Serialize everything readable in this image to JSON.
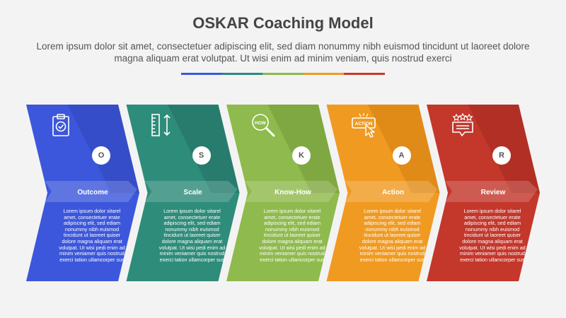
{
  "header": {
    "title": "OSKAR Coaching Model",
    "subtitle": "Lorem ipsum dolor sit amet, consectetuer adipiscing elit, sed diam nonummy nibh euismod tincidunt ut laoreet dolore magna aliquam erat volutpat. Ut wisi enim ad minim veniam, quis nostrud exerci"
  },
  "rainbow_colors": [
    "#3a5bd9",
    "#2c8a7c",
    "#8cb84a",
    "#ef9a22",
    "#c8382c"
  ],
  "steps": [
    {
      "letter": "O",
      "label": "Outcome",
      "icon": "clipboard-check-icon",
      "color": "#3c57db",
      "dark": "#2f46b8",
      "body": "Lorem ipsum dolor sitarel amet, consectetuer erate adipiscing elit, sed ediam nonummy nibh euismod tincidunt ut laoreet quiser dolore magna aliquam erat volutpat. Ut wisi pedi enim ad minim veniamer quis nostrud exerci tation ullamcorper sus"
    },
    {
      "letter": "S",
      "label": "Scale",
      "icon": "ruler-icon",
      "color": "#2e8c7a",
      "dark": "#237062",
      "body": "Lorem ipsum dolor sitarel amet, consectetuer erate adipiscing elit, sed ediam nonummy nibh euismod tincidunt ut laoreet quiser dolore magna aliquam erat volutpat. Ut wisi pedi enim ad minim veniamer quis nostrud exerci tation ullamcorper sus"
    },
    {
      "letter": "K",
      "label": "Know-How",
      "icon": "search-how-icon",
      "color": "#8fba4d",
      "dark": "#74993b",
      "body": "Lorem ipsum dolor sitarel amet, consectetuer erate adipiscing elit, sed ediam nonummy nibh euismod tincidunt ut laoreet quiser dolore magna aliquam erat volutpat. Ut wisi pedi enim ad minim veniamer quis nostrud exerci tation ullamcorper sus"
    },
    {
      "letter": "A",
      "label": "Action",
      "icon": "action-click-icon",
      "color": "#f09a21",
      "dark": "#d47f12",
      "body": "Lorem ipsum dolor sitarel amet, consectetuer erate adipiscing elit, sed ediam nonummy nibh euismod tincidunt ut laoreet quiser dolore magna aliquam erat volutpat. Ut wisi pedi enim ad minim veniamer quis nostrud exerci tation ullamcorper sus"
    },
    {
      "letter": "R",
      "label": "Review",
      "icon": "review-stars-icon",
      "color": "#c4372b",
      "dark": "#a42a20",
      "body": "Lorem ipsum dolor sitarel amet, consectetuer erate adipiscing elit, sed ediam nonummy nibh euismod tincidunt ut laoreet quiser dolore magna aliquam erat volutpat. Ut wisi pedi enim ad minim veniamer quis nostrud exerci tation ullamcorper sus"
    }
  ],
  "icon_labels": {
    "how": "HOW",
    "action": "ACTION"
  }
}
